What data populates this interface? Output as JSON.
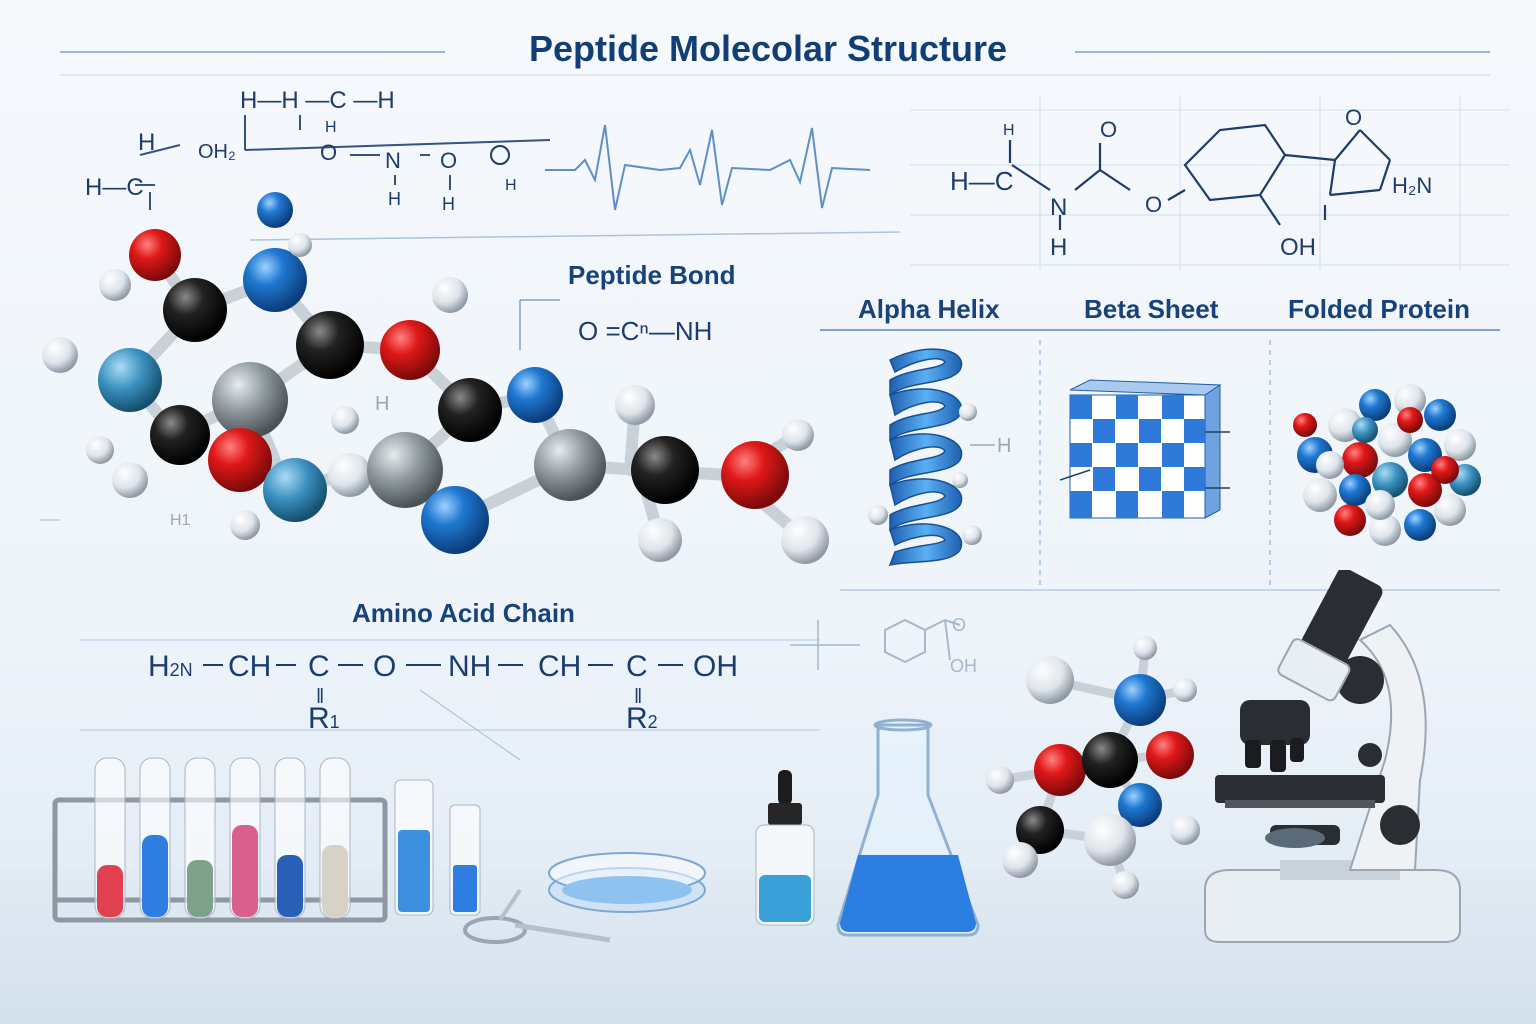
{
  "title": "Peptide Molecolar Structure",
  "labels": {
    "peptide_bond": "Peptide Bond",
    "alpha_helix": "Alpha Helix",
    "beta_sheet": "Beta Sheet",
    "folded_protein": "Folded Protein",
    "amino_acid_chain": "Amino Acid Chain"
  },
  "formulas": {
    "peptide_bond": "O =Cⁿ—NH",
    "chain": {
      "h2n": "H",
      "h2n_sub": "2N",
      "parts": [
        "CH",
        "C",
        "O",
        "NH",
        "CH",
        "C",
        "OH"
      ],
      "r1": "R",
      "r1_sub": "1",
      "r2": "R",
      "r2_sub": "2"
    }
  },
  "sketch_texts": {
    "top_left": [
      "H—H —C —H",
      "H",
      "OH₂",
      "O",
      "N",
      "O",
      "H—C",
      "H",
      "H",
      "H"
    ],
    "top_right": [
      "H—C",
      "N",
      "O",
      "O",
      "O",
      "OH",
      "H₂N",
      "H",
      "H"
    ],
    "misc": [
      "H",
      "H1",
      "H",
      "OH",
      "O"
    ]
  },
  "colors": {
    "accent": "#1f5fa8",
    "oxygen": "#d0181c",
    "nitrogen": "#1f78d1",
    "carbon": "#1c1c1c",
    "hydrogen": "#e8edf2",
    "steel": "#9aa3a8",
    "helix": "#3a8ee0"
  }
}
